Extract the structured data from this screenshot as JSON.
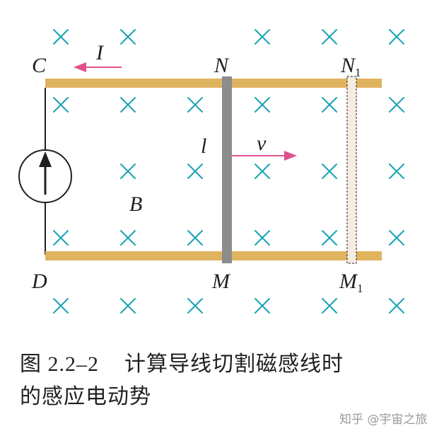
{
  "diagram": {
    "labels": {
      "C": "C",
      "D": "D",
      "N": "N",
      "M": "M",
      "N1": "N",
      "N1_sub": "1",
      "M1": "M",
      "M1_sub": "1",
      "current": "I",
      "length": "l",
      "velocity": "v",
      "field": "B"
    },
    "colors": {
      "field_cross": "#1ba3b4",
      "rail": "#e0b35e",
      "rod": "#8c8c8c",
      "arrow": "#e0508c",
      "text": "#231f20",
      "ghost_rod_fill": "#f6ece2"
    },
    "icons": [
      "cross-icon",
      "current-source-icon",
      "arrow-icon"
    ]
  },
  "caption": {
    "number": "图 2.2–2",
    "text_line1": "计算导线切割磁感线时",
    "text_line2": "的感应电动势"
  },
  "watermark": "知乎 @宇宙之旅"
}
